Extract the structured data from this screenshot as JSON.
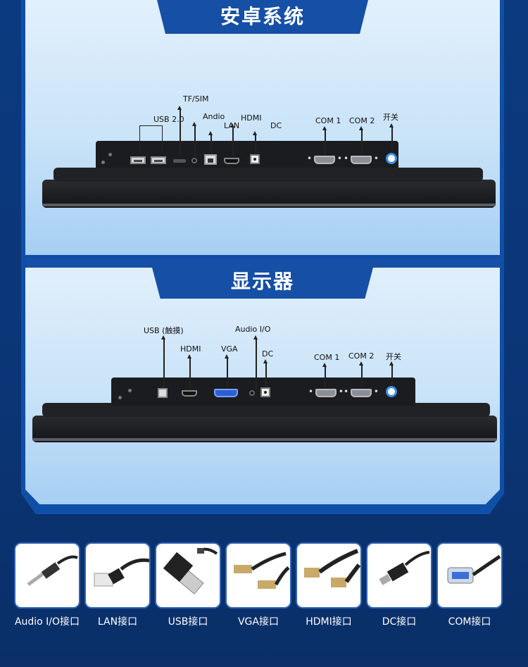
{
  "android": {
    "title": "安卓系统",
    "labels": {
      "usb": "USB 2.0",
      "tf": "TF/SIM",
      "audio": "Andio",
      "lan": "LAN",
      "hdmi": "HDMI",
      "dc": "DC",
      "com1": "COM 1",
      "com2": "COM 2",
      "power": "开关"
    }
  },
  "monitor": {
    "title": "显示器",
    "labels": {
      "usb": "USB (触摸)",
      "hdmi": "HDMI",
      "vga": "VGA",
      "audio": "Audio I/O",
      "dc": "DC",
      "com1": "COM 1",
      "com2": "COM 2",
      "power": "开关"
    }
  },
  "connectors": [
    {
      "label": "Audio I/O接口",
      "icon": "audio-jack-icon"
    },
    {
      "label": "LAN接口",
      "icon": "lan-cable-icon"
    },
    {
      "label": "USB接口",
      "icon": "usb-cable-icon"
    },
    {
      "label": "VGA接口",
      "icon": "vga-cable-icon"
    },
    {
      "label": "HDMI接口",
      "icon": "hdmi-cable-icon"
    },
    {
      "label": "DC接口",
      "icon": "dc-plug-icon"
    },
    {
      "label": "COM接口",
      "icon": "com-cable-icon"
    }
  ]
}
